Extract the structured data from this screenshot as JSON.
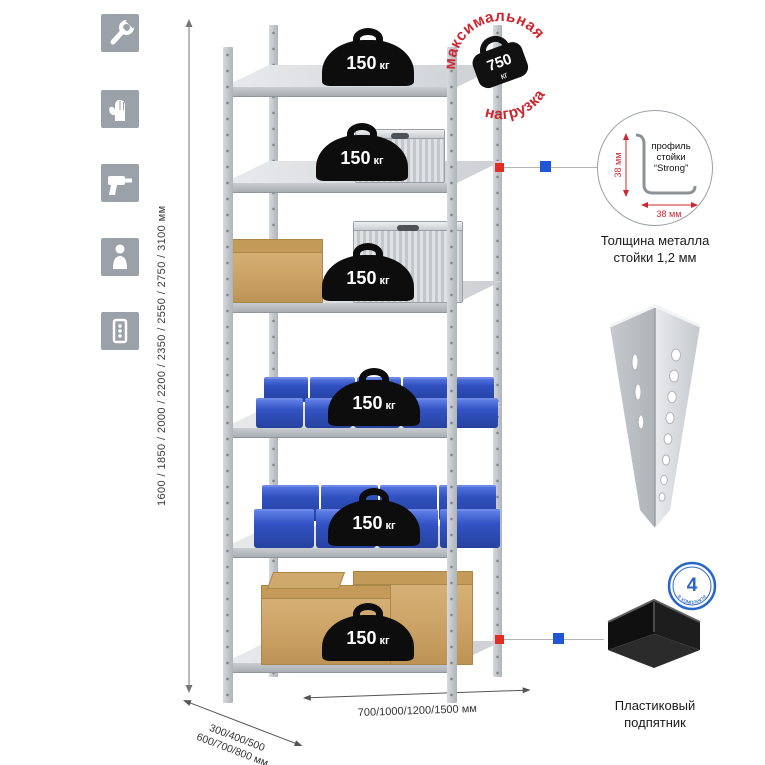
{
  "colors": {
    "accent_red": "#cf2730",
    "accent_blue": "#1e56d6",
    "badge_blue": "#2a66c8",
    "icon_tile_gray": "#9ba1a8"
  },
  "left_icons": [
    {
      "name": "wrench"
    },
    {
      "name": "work-gloves"
    },
    {
      "name": "drill"
    },
    {
      "name": "person"
    },
    {
      "name": "perforated-strip"
    }
  ],
  "height_dimension": "1600 / 1850 / 2000 / 2200 / 2350 / 2550 / 2750 / 3100 мм",
  "shelf_loads": [
    {
      "value": "150",
      "unit": "кг"
    },
    {
      "value": "150",
      "unit": "кг"
    },
    {
      "value": "150",
      "unit": "кг"
    },
    {
      "value": "150",
      "unit": "кг"
    },
    {
      "value": "150",
      "unit": "кг"
    },
    {
      "value": "150",
      "unit": "кг"
    }
  ],
  "max_load_stamp": {
    "arc_top": "максимальная",
    "arc_bottom": "нагрузка",
    "value": "750",
    "unit": "кг"
  },
  "profile_callout": {
    "text_line1": "профиль",
    "text_line2": "стойки",
    "text_line3": "“Strong”",
    "dim_vertical": "38 мм",
    "dim_horizontal": "38 мм",
    "caption_line1": "Толщина металла",
    "caption_line2": "стойки 1,2 мм"
  },
  "foot_callout": {
    "badge_value": "4",
    "badge_arc_text": "в комплекте",
    "caption_line1": "Пластиковый",
    "caption_line2": "подпятник"
  },
  "depth_dimension": {
    "line1": "300/400/500",
    "line2": "600/700/800 мм"
  },
  "width_dimension": "700/1000/1200/1500 мм"
}
